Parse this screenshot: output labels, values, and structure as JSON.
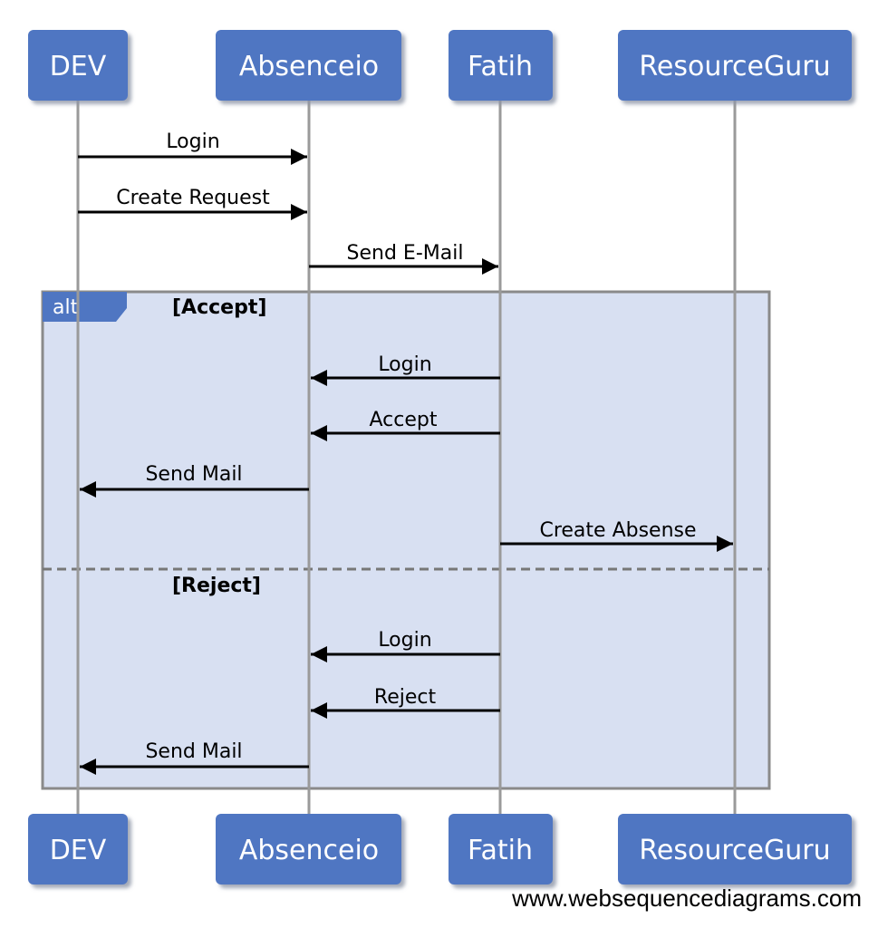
{
  "diagram": {
    "type": "sequence",
    "colors": {
      "actor_fill": "#4f76c2",
      "actor_shadow": "#9aa3b5",
      "lifeline": "#9a9a9a",
      "alt_fill": "#d8e0f2",
      "alt_border": "#8a8a8a",
      "alt_tab": "#4f76c2",
      "message": "#000000"
    },
    "actors": [
      {
        "id": "dev",
        "label": "DEV"
      },
      {
        "id": "absenceio",
        "label": "Absenceio"
      },
      {
        "id": "fatih",
        "label": "Fatih"
      },
      {
        "id": "resourceguru",
        "label": "ResourceGuru"
      }
    ],
    "messages": [
      {
        "from": "DEV",
        "to": "Absenceio",
        "label": "Login"
      },
      {
        "from": "DEV",
        "to": "Absenceio",
        "label": "Create Request"
      },
      {
        "from": "Absenceio",
        "to": "Fatih",
        "label": "Send E-Mail"
      }
    ],
    "alt": {
      "label": "alt",
      "sections": [
        {
          "guard": "[Accept]",
          "messages": [
            {
              "from": "Fatih",
              "to": "Absenceio",
              "label": "Login"
            },
            {
              "from": "Fatih",
              "to": "Absenceio",
              "label": "Accept"
            },
            {
              "from": "Absenceio",
              "to": "DEV",
              "label": "Send Mail"
            },
            {
              "from": "Fatih",
              "to": "ResourceGuru",
              "label": "Create Absense"
            }
          ]
        },
        {
          "guard": "[Reject]",
          "messages": [
            {
              "from": "Fatih",
              "to": "Absenceio",
              "label": "Login"
            },
            {
              "from": "Fatih",
              "to": "Absenceio",
              "label": "Reject"
            },
            {
              "from": "Absenceio",
              "to": "DEV",
              "label": "Send Mail"
            }
          ]
        }
      ]
    },
    "watermark": "www.websequencediagrams.com"
  }
}
